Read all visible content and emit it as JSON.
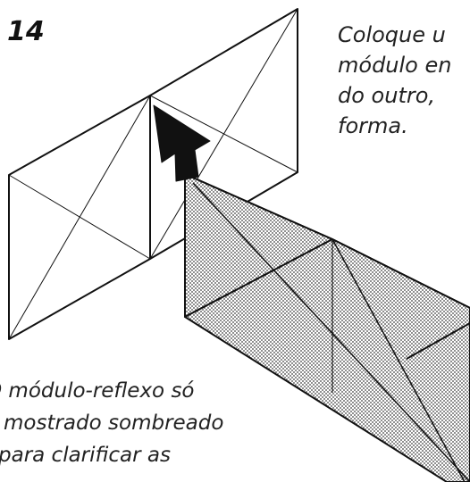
{
  "step_number": "14",
  "instruction_lines": [
    "Coloque u",
    "módulo en",
    "do outro,",
    "forma."
  ],
  "note_lines": [
    "O módulo-reflexo só",
    "mostrado sombreado",
    "para clarificar as"
  ],
  "colors": {
    "line": "#111111",
    "shade_dots": "#333333",
    "background": "#ffffff"
  }
}
